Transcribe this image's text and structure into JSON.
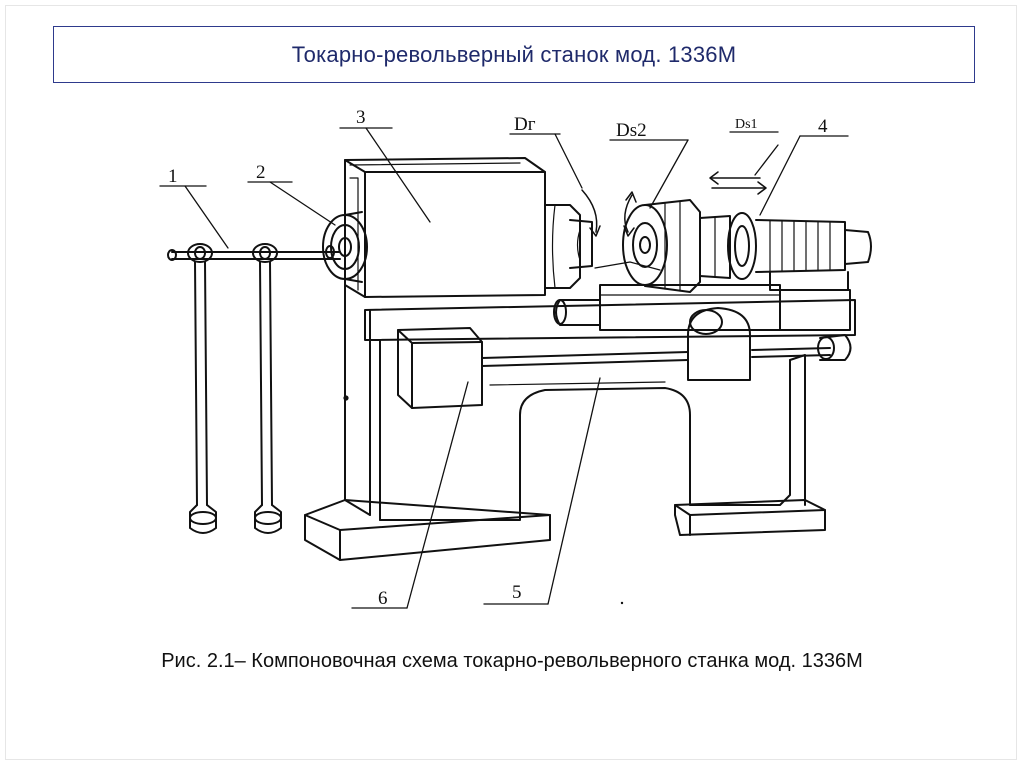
{
  "slide": {
    "title": "Токарно-револьверный станок мод. 1336М",
    "caption": "Рис. 2.1– Компоновочная схема токарно-револьверного станка мод. 1336М"
  },
  "diagram": {
    "labels": {
      "n1": "1",
      "n2": "2",
      "n3": "3",
      "n4": "4",
      "n5": "5",
      "n6": "6",
      "dg": "Dг",
      "ds2": "Ds2",
      "ds1": "Ds1"
    },
    "colors": {
      "title_border": "#2e3a8c",
      "title_text": "#1f2a6b",
      "ink": "#111111"
    }
  }
}
